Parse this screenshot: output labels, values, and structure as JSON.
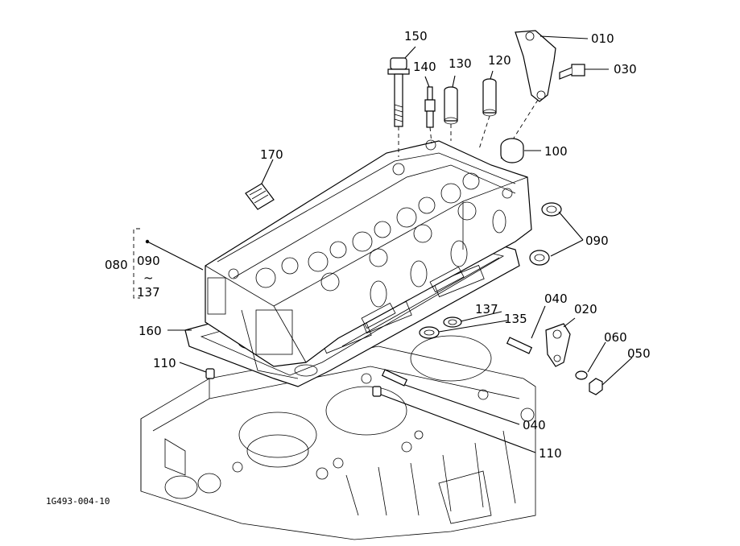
{
  "diagram": {
    "reference_code": "1G493-004-10",
    "callouts": [
      {
        "id": "150",
        "text": "150"
      },
      {
        "id": "140",
        "text": "140"
      },
      {
        "id": "130",
        "text": "130"
      },
      {
        "id": "120",
        "text": "120"
      },
      {
        "id": "010",
        "text": "010"
      },
      {
        "id": "030",
        "text": "030"
      },
      {
        "id": "100",
        "text": "100"
      },
      {
        "id": "170",
        "text": "170"
      },
      {
        "id": "090a",
        "text": "090"
      },
      {
        "id": "080",
        "text": "080"
      },
      {
        "id": "090b",
        "text": "090"
      },
      {
        "id": "tilde",
        "text": "~"
      },
      {
        "id": "137a",
        "text": "137"
      },
      {
        "id": "040a",
        "text": "040"
      },
      {
        "id": "020",
        "text": "020"
      },
      {
        "id": "137b",
        "text": "137"
      },
      {
        "id": "135",
        "text": "135"
      },
      {
        "id": "160",
        "text": "160"
      },
      {
        "id": "060",
        "text": "060"
      },
      {
        "id": "050",
        "text": "050"
      },
      {
        "id": "110a",
        "text": "110"
      },
      {
        "id": "040b",
        "text": "040"
      },
      {
        "id": "110b",
        "text": "110"
      }
    ]
  }
}
